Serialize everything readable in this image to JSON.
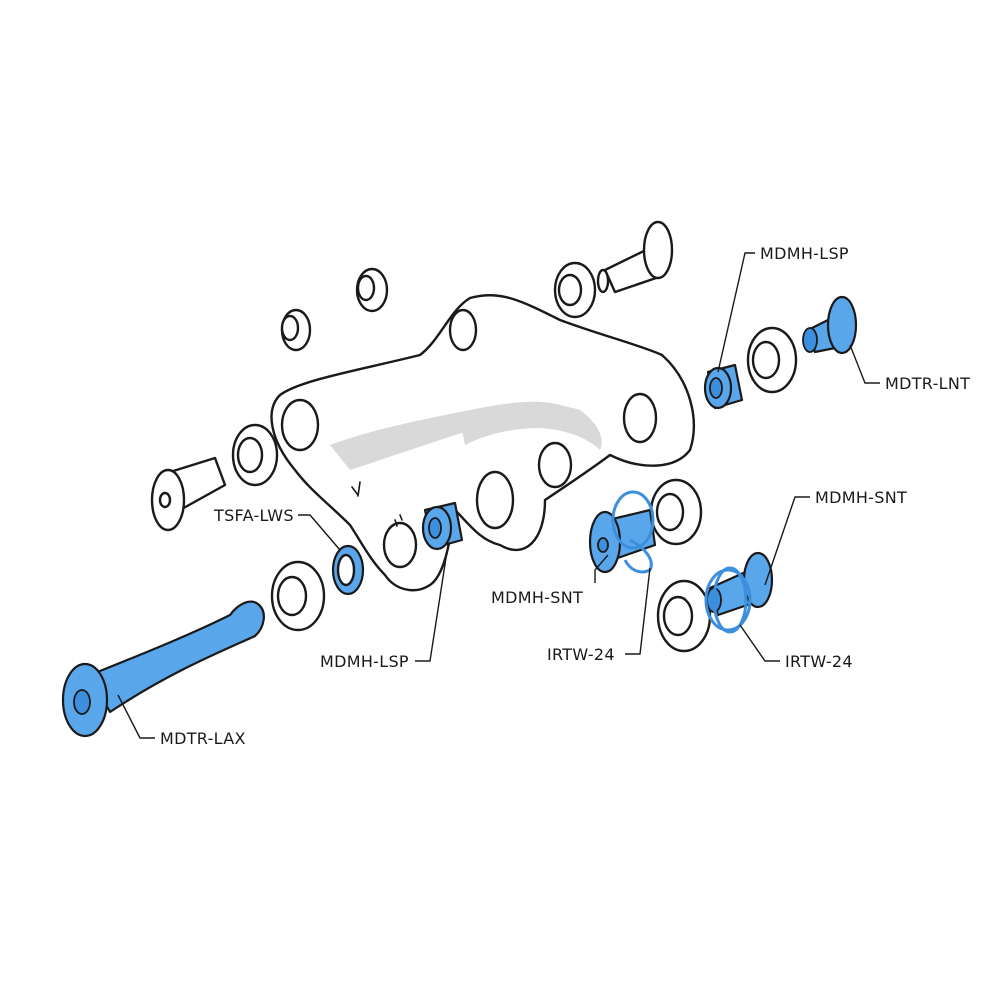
{
  "callouts": [
    {
      "id": "mdmh-lsp-top",
      "text": "MDMH-LSP"
    },
    {
      "id": "mdtr-lnt",
      "text": "MDTR-LNT"
    },
    {
      "id": "tsfa-lws",
      "text": "TSFA-LWS"
    },
    {
      "id": "mdmh-snt-right",
      "text": "MDMH-SNT"
    },
    {
      "id": "mdmh-snt-center",
      "text": "MDMH-SNT"
    },
    {
      "id": "irtw-24-center",
      "text": "IRTW-24"
    },
    {
      "id": "irtw-24-right",
      "text": "IRTW-24"
    },
    {
      "id": "mdmh-lsp-bottom",
      "text": "MDMH-LSP"
    },
    {
      "id": "mdtr-lax",
      "text": "MDTR-LAX"
    }
  ],
  "colors": {
    "highlight": "#5aa6ea",
    "highlight_dark": "#3c8fdc",
    "line": "#1a1a1a",
    "shade": "#d9d9d9"
  }
}
